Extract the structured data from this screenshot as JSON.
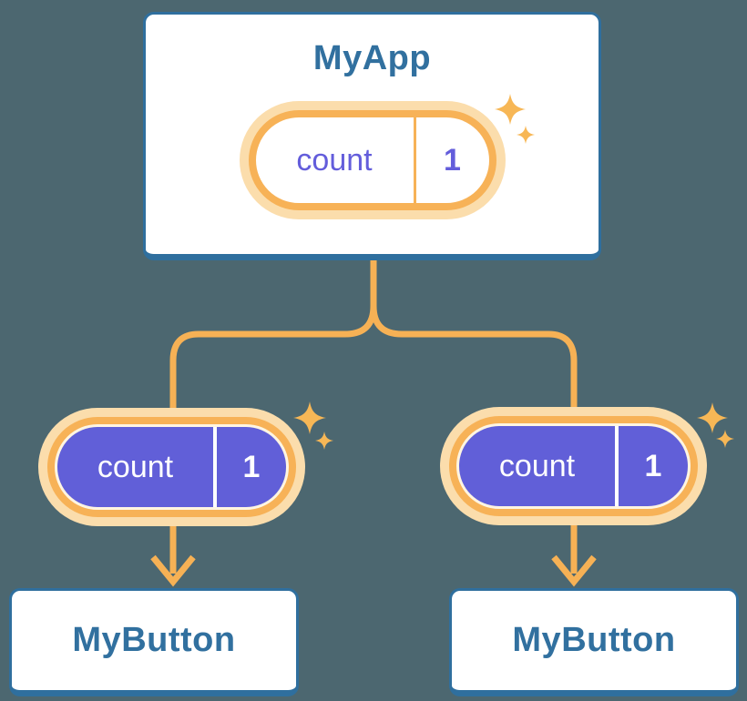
{
  "diagram": {
    "description": "React state tree diagram: parent component sharing state with two children",
    "root": {
      "title": "MyApp",
      "state": {
        "name": "count",
        "value": "1"
      }
    },
    "children": [
      {
        "title": "MyButton",
        "state": {
          "name": "count",
          "value": "1"
        }
      },
      {
        "title": "MyButton",
        "state": {
          "name": "count",
          "value": "1"
        }
      }
    ]
  },
  "colors": {
    "background": "#4C6770",
    "card_fill": "#FFFFFF",
    "card_border_blue": "#2F6F9E",
    "title_text_blue": "#31709F",
    "connector_orange": "#F6B155",
    "pill_ring_orange": "#F7B257",
    "pill_outer_pale": "#FBDDAC",
    "pill_gap_cream": "#FEF5E2",
    "pill_fill_purple": "#615FD8",
    "pill_text_purple": "#635DDB",
    "pill_text_white": "#FFFFFF",
    "sparkle_orange": "#F7B756"
  }
}
